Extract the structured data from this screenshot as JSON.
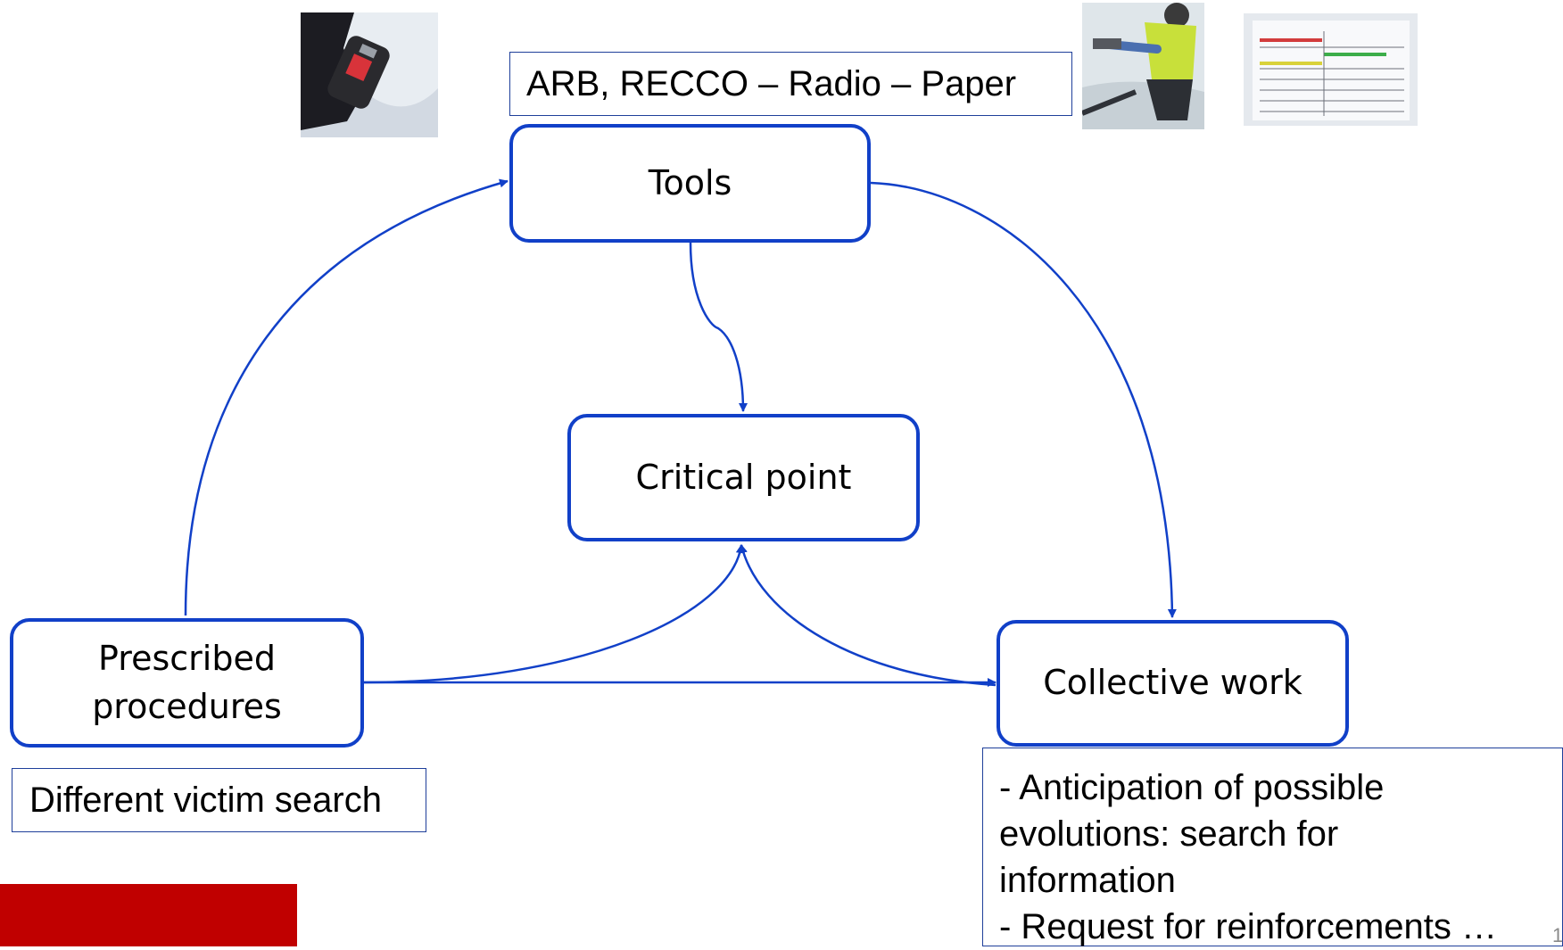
{
  "nodes": {
    "tools": "Tools",
    "critical_point": "Critical point",
    "prescribed_procedures": "Prescribed procedures",
    "collective_work": "Collective work"
  },
  "annotations": {
    "tools_detail": "ARB, RECCO – Radio – Paper",
    "procedures_detail": "Different victim search",
    "collective_lines": [
      "- Anticipation of possible evolutions: search for information",
      "- Request for reinforcements …"
    ]
  },
  "slide_number": "1",
  "colors": {
    "edge": "#1140c8",
    "node_border": "#1140c8",
    "brand": "#c00000"
  }
}
